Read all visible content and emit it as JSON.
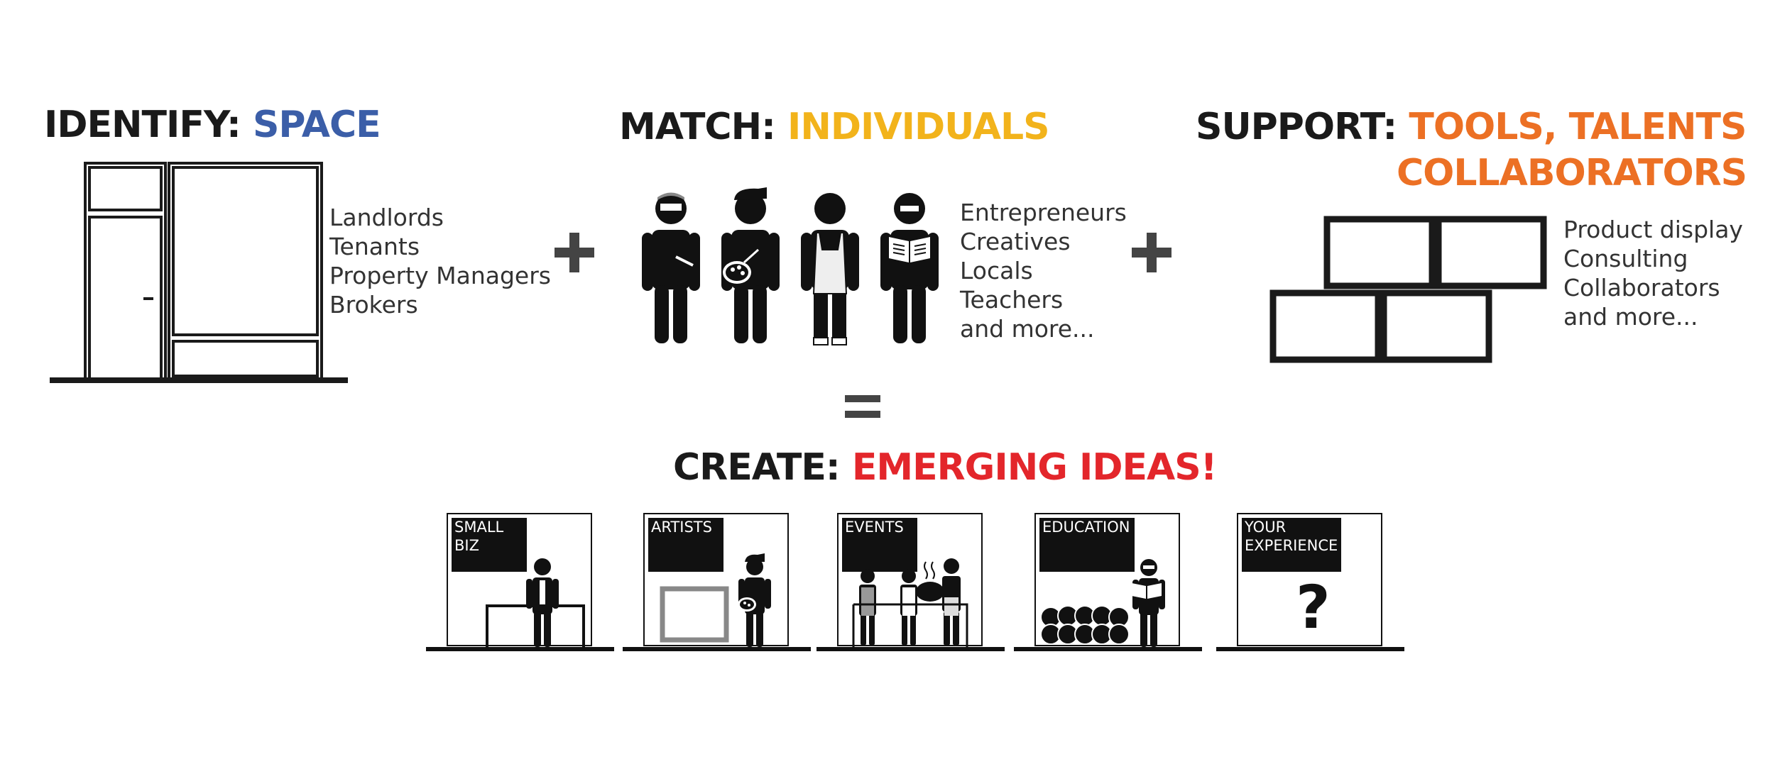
{
  "colors": {
    "space": "#3b5ea8",
    "individuals": "#f2b31b",
    "tools": "#ec7024",
    "ideas": "#e3262b",
    "ink": "#1a1a1a",
    "operator": "#444444"
  },
  "identify": {
    "keyword": "IDENTIFY:",
    "highlight": "SPACE",
    "items": [
      "Landlords",
      "Tenants",
      "Property Managers",
      "Brokers"
    ],
    "icon": "storefront-icon"
  },
  "match": {
    "keyword": "MATCH:",
    "highlight": "INDIVIDUALS",
    "items": [
      "Entrepreneurs",
      "Creatives",
      "Locals",
      "Teachers",
      "and more..."
    ],
    "icon": "people-group-icon"
  },
  "support": {
    "keyword": "SUPPORT:",
    "highlight_line1": "TOOLS, TALENTS",
    "highlight_line2": "COLLABORATORS",
    "items": [
      "Product display",
      "Consulting",
      "Collaborators",
      "and more..."
    ],
    "icon": "stacked-frames-icon"
  },
  "operators": {
    "plus": "+",
    "equals": "="
  },
  "create": {
    "keyword": "CREATE:",
    "highlight": "EMERGING IDEAS!",
    "panels": [
      {
        "label": "SMALL\nBIZ",
        "icon": "shopkeeper-icon"
      },
      {
        "label": "ARTISTS",
        "icon": "painter-icon"
      },
      {
        "label": "EVENTS",
        "icon": "event-crowd-icon"
      },
      {
        "label": "EDUCATION",
        "icon": "classroom-icon"
      },
      {
        "label": "YOUR\nEXPERIENCE",
        "icon": "question-mark-icon"
      }
    ],
    "question_mark": "?"
  }
}
